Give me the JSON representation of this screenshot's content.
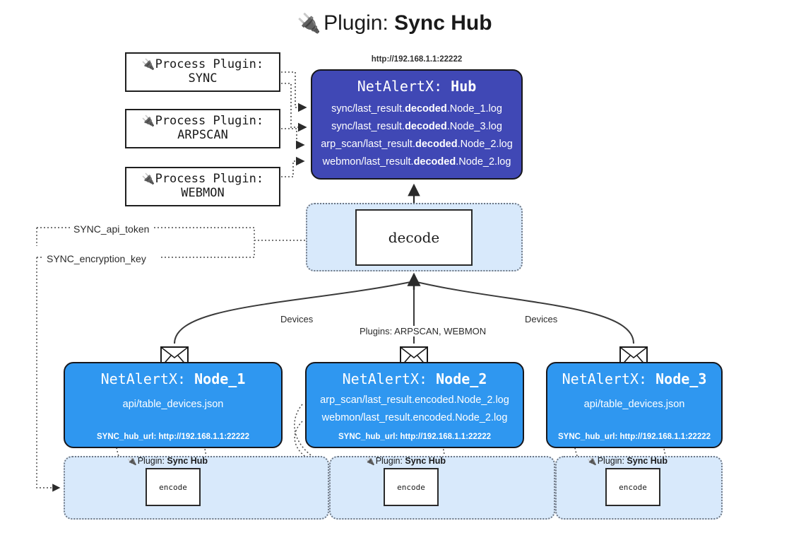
{
  "title": {
    "icon": "plug-icon",
    "prefix": "Plugin:",
    "name": "Sync Hub",
    "glyph": "🔌"
  },
  "colors": {
    "hub_fill": "#4048b5",
    "node_fill": "#2f97f0",
    "zone_fill": "#d8e9fb",
    "stroke": "#17171c",
    "page_bg": "#ffffff"
  },
  "process_plugins": [
    {
      "line1": "Process Plugin:",
      "line2": "SYNC",
      "icon": "plug-icon",
      "glyph": "🔌"
    },
    {
      "line1": "Process Plugin:",
      "line2": "ARPSCAN",
      "icon": "plug-icon",
      "glyph": "🔌"
    },
    {
      "line1": "Process Plugin:",
      "line2": "WEBMON",
      "icon": "plug-icon",
      "glyph": "🔌"
    }
  ],
  "hub": {
    "url": "http://192.168.1.1:22222",
    "title_prefix": "NetAlertX:",
    "title_name": "Hub",
    "logs": [
      {
        "pre": "sync/last_result.",
        "mid": "decoded",
        "post": ".Node_1.log"
      },
      {
        "pre": "sync/last_result.",
        "mid": "decoded",
        "post": ".Node_3.log"
      },
      {
        "pre": "arp_scan/last_result.",
        "mid": "decoded",
        "post": ".Node_2.log"
      },
      {
        "pre": "webmon/last_result.",
        "mid": "decoded",
        "post": ".Node_2.log"
      }
    ]
  },
  "decode": {
    "label": "decode"
  },
  "config_labels": {
    "api_token": "SYNC_api_token",
    "encryption_key": "SYNC_encryption_key"
  },
  "edge_labels": {
    "devices_left": "Devices",
    "devices_right": "Devices",
    "plugins_center": "Plugins: ARPSCAN, WEBMON"
  },
  "nodes": [
    {
      "title_prefix": "NetAlertX:",
      "title_name": "Node_1",
      "lines": [
        "api/table_devices.json"
      ],
      "footer": "SYNC_hub_url: http://192.168.1.1:22222",
      "icon": "envelope-icon"
    },
    {
      "title_prefix": "NetAlertX:",
      "title_name": "Node_2",
      "lines": [
        "arp_scan/last_result.encoded.Node_2.log",
        "webmon/last_result.encoded.Node_2.log"
      ],
      "footer": "SYNC_hub_url: http://192.168.1.1:22222",
      "icon": "envelope-icon"
    },
    {
      "title_prefix": "NetAlertX:",
      "title_name": "Node_3",
      "lines": [
        "api/table_devices.json"
      ],
      "footer": "SYNC_hub_url: http://192.168.1.1:22222",
      "icon": "envelope-icon"
    }
  ],
  "encoders": [
    {
      "caption_prefix": "Plugin:",
      "caption_name": "Sync Hub",
      "box_label": "encode",
      "glyph": "🔌"
    },
    {
      "caption_prefix": "Plugin:",
      "caption_name": "Sync Hub",
      "box_label": "encode",
      "glyph": "🔌"
    },
    {
      "caption_prefix": "Plugin:",
      "caption_name": "Sync Hub",
      "box_label": "encode",
      "glyph": "🔌"
    }
  ]
}
